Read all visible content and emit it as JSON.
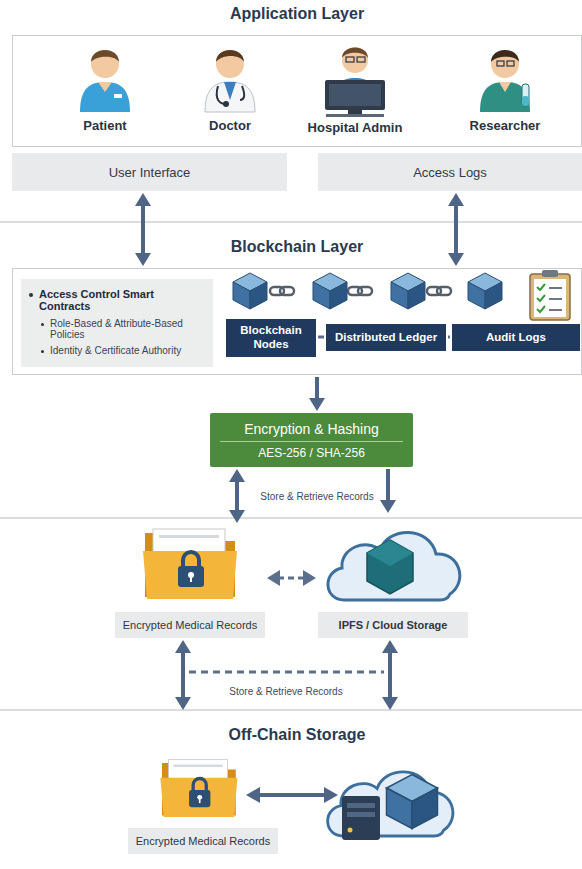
{
  "diagram": {
    "nodes": [
      {
        "text": [
          "Application Layer"
        ]
      },
      {
        "text": [
          "User Interface"
        ]
      },
      {
        "text": [
          "Access Logs"
        ]
      },
      {
        "text": [
          "Blockchain Layer"
        ]
      },
      {
        "text": [
          "Access Control Smart Contracts",
          "Role-Based & Attribute-Based Policies",
          "Identity & Certificate Authority"
        ],
        "in": 3
      },
      {
        "text": [
          "Blockchain Nodes"
        ],
        "in": 3
      },
      {
        "text": [
          "Distributed Ledger"
        ],
        "in": 3
      },
      {
        "text": [
          "Audit Logs"
        ],
        "in": 3
      },
      {
        "text": [
          "Encryption & Hashing",
          "AES-256 / SHA-256"
        ]
      },
      {
        "text": [
          "Encrypted Medical Records"
        ]
      },
      {
        "text": [
          "IPFS",
          "IPFS / Cloud Storage"
        ]
      },
      {
        "text": [
          "Off-Chain Storage"
        ]
      },
      {
        "text": [
          "Encrypted Medical Records"
        ],
        "in": 11
      }
    ],
    "edges": [
      {
        "from": 1,
        "to": 3,
        "arrow": "both"
      },
      {
        "from": 2,
        "to": 3,
        "arrow": "both"
      },
      {
        "from": 5,
        "to": 6,
        "arrow": "none"
      },
      {
        "from": 6,
        "to": 7,
        "arrow": "none"
      },
      {
        "from": 3,
        "to": 8,
        "arrow": "to"
      },
      {
        "from": 8,
        "to": 9,
        "arrow": "both"
      },
      {
        "from": 8,
        "to": 10,
        "arrow": "to"
      },
      {
        "from": 9,
        "to": 10,
        "arrow": "both"
      },
      {
        "from": 9,
        "to": 11,
        "arrow": "both"
      },
      {
        "from": 10,
        "to": 11,
        "arrow": "both"
      }
    ],
    "labels": [
      "Patient",
      "Doctor",
      "Hospital Admin",
      "Researcher",
      "Store & Retrieve Records",
      "Store & Retrieve Records"
    ]
  }
}
